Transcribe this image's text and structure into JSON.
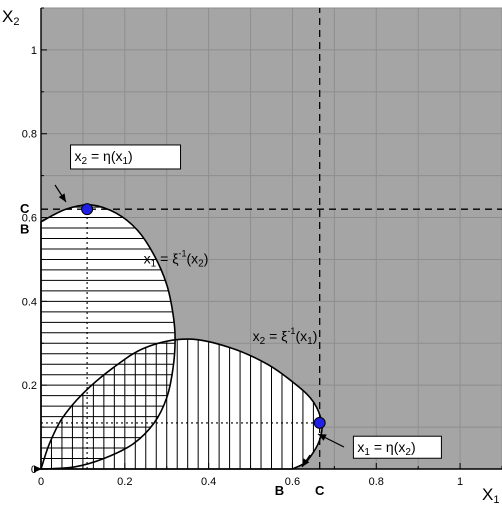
{
  "chart_data": {
    "type": "area",
    "xlim": [
      0,
      1.1
    ],
    "ylim": [
      0,
      1.1
    ],
    "xticks": [
      0,
      0.2,
      0.4,
      0.6,
      0.8,
      1
    ],
    "yticks": [
      0,
      0.2,
      0.4,
      0.6,
      0.8,
      1
    ],
    "xtick_labels": [
      "0",
      "0.2",
      "0.4",
      "0.6",
      "0.8",
      "1"
    ],
    "ytick_labels": [
      "0",
      "0.2",
      "0.4",
      "0.6",
      "0.8",
      "1"
    ],
    "xlabel": "X",
    "xlabel_sub": "1",
    "ylabel": "X",
    "ylabel_sub": "2",
    "grid": true,
    "background_color": "#a5a5a5",
    "region_color": "#ffffff",
    "point_color": "#1f1fe6",
    "series": [
      {
        "values_x": [
          0,
          0.06,
          0.12,
          0.18,
          0.23,
          0.27,
          0.3,
          0.315,
          0.32,
          0.315,
          0.3,
          0.27,
          0.22,
          0.15,
          0.08,
          0
        ],
        "values_y": [
          0.59,
          0.62,
          0.63,
          0.61,
          0.57,
          0.51,
          0.44,
          0.37,
          0.31,
          0.24,
          0.17,
          0.11,
          0.06,
          0.025,
          0.005,
          0
        ],
        "fill": "horizontal-hatch"
      },
      {
        "values_x": [
          0,
          0.02,
          0.05,
          0.1,
          0.17,
          0.25,
          0.35,
          0.45,
          0.54,
          0.61,
          0.65,
          0.67,
          0.665,
          0.65,
          0.63,
          0.6
        ],
        "values_y": [
          0,
          0.06,
          0.12,
          0.18,
          0.24,
          0.29,
          0.31,
          0.29,
          0.25,
          0.2,
          0.16,
          0.11,
          0.07,
          0.04,
          0.015,
          0
        ],
        "fill": "vertical-hatch"
      }
    ],
    "points": [
      {
        "x": 0.11,
        "y": 0.62
      },
      {
        "x": 0.665,
        "y": 0.11
      }
    ],
    "reference_lines": [
      {
        "orientation": "vertical",
        "x": 0.665,
        "style": "dashed"
      },
      {
        "orientation": "horizontal",
        "y": 0.62,
        "style": "dashed"
      },
      {
        "orientation": "vertical",
        "x": 0.11,
        "style": "dotted",
        "y_from": 0,
        "y_to": 0.62
      },
      {
        "orientation": "horizontal",
        "y": 0.11,
        "style": "dotted",
        "x_from": 0,
        "x_to": 0.665
      }
    ],
    "hatch": {
      "horizontal_spacing": 0.025,
      "vertical_spacing": 0.025
    },
    "annotations": {
      "y_marks": [
        {
          "text": "C",
          "y": 0.62
        },
        {
          "text": "B",
          "y": 0.59
        }
      ],
      "x_marks": [
        {
          "text": "B",
          "x": 0.6
        },
        {
          "text": "C",
          "x": 0.665
        }
      ],
      "curves": [
        {
          "id": "eta1",
          "base": "x",
          "sub1": "2",
          "eq": " = η(x",
          "sub2": "1",
          "close": ")",
          "sup": "",
          "boxed": true,
          "at": {
            "x": 0.08,
            "y": 0.735
          }
        },
        {
          "id": "xi2",
          "base": "x",
          "sub1": "1",
          "eq": " = ξ",
          "sup": "-1",
          "mid": "(x",
          "sub2": "2",
          "close": ")",
          "boxed": false,
          "at": {
            "x": 0.245,
            "y": 0.49
          }
        },
        {
          "id": "xi1",
          "base": "x",
          "sub1": "2",
          "eq": " = ξ",
          "sup": "-1",
          "mid": "(x",
          "sub2": "1",
          "close": ")",
          "boxed": false,
          "at": {
            "x": 0.505,
            "y": 0.305
          }
        },
        {
          "id": "eta2",
          "base": "x",
          "sub1": "1",
          "eq": " = η(x",
          "sub2": "2",
          "close": ")",
          "sup": "",
          "boxed": true,
          "at": {
            "x": 0.755,
            "y": 0.04
          }
        }
      ]
    }
  }
}
